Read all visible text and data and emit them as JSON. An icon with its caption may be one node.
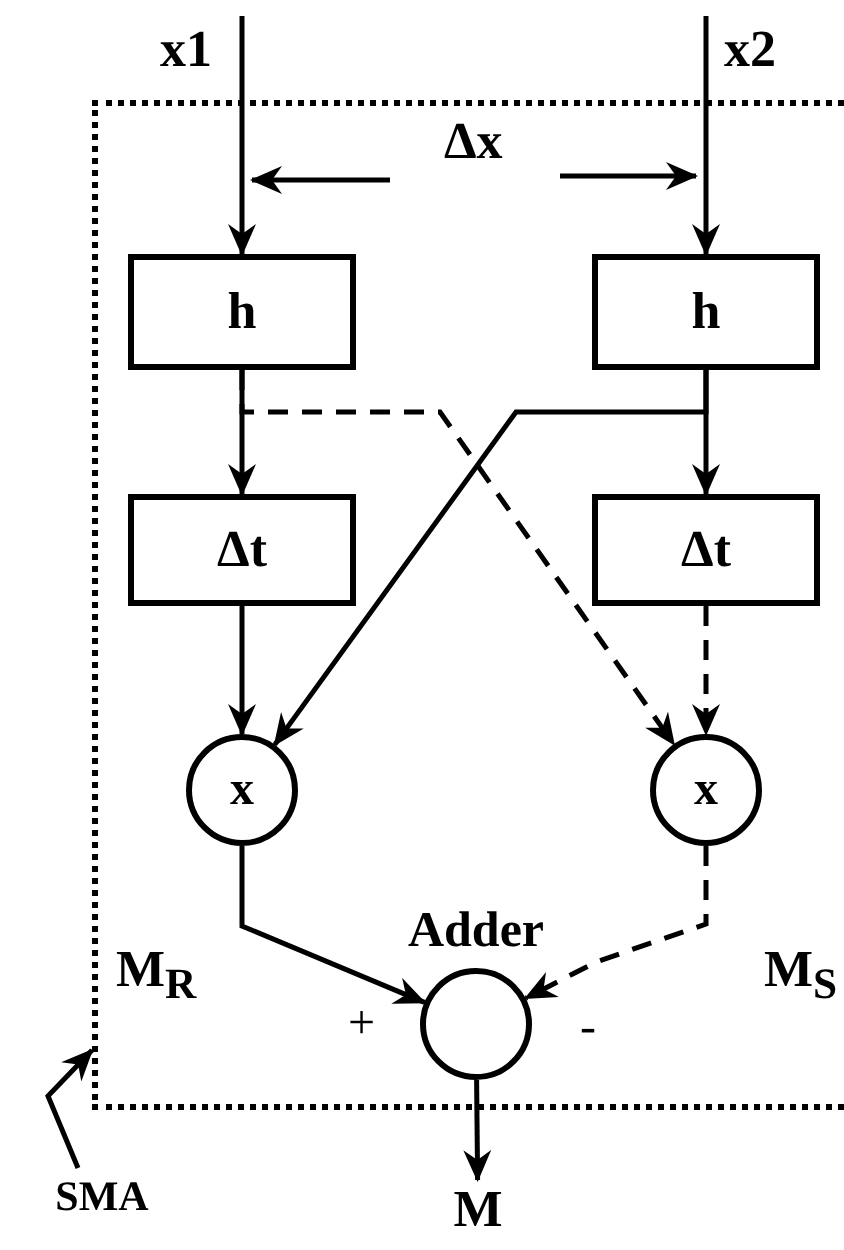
{
  "diagram": {
    "nodes": [
      {
        "text": [],
        "shape": "box"
      },
      {
        "text": [
          "h"
        ],
        "in": 0
      },
      {
        "text": [
          "h"
        ],
        "in": 0
      },
      {
        "text": [
          "Δt"
        ],
        "in": 0
      },
      {
        "text": [
          "Δt"
        ],
        "in": 0
      },
      {
        "text": [
          "x"
        ],
        "in": 0
      },
      {
        "text": [
          "x"
        ],
        "in": 0
      },
      {
        "text": [
          "Adder"
        ],
        "in": 0
      },
      {
        "text": [
          "M"
        ]
      },
      {
        "text": [
          "SMA"
        ]
      }
    ],
    "edges": [
      {
        "from": null,
        "to": 1,
        "arrow": "to"
      },
      {
        "from": null,
        "to": 2,
        "arrow": "to"
      },
      {
        "from": 1,
        "to": 3,
        "arrow": "to"
      },
      {
        "from": 1,
        "to": 6,
        "arrow": "to",
        "style": "dashed"
      },
      {
        "from": 2,
        "to": 4,
        "arrow": "to"
      },
      {
        "from": 2,
        "to": 5,
        "arrow": "to"
      },
      {
        "from": 3,
        "to": 5,
        "arrow": "to"
      },
      {
        "from": 4,
        "to": 6,
        "arrow": "to",
        "style": "dashed"
      },
      {
        "from": 5,
        "to": 7,
        "arrow": "to"
      },
      {
        "from": 6,
        "to": 7,
        "arrow": "to",
        "style": "dashed"
      },
      {
        "from": 7,
        "to": 8,
        "arrow": "to"
      },
      {
        "from": 9,
        "to": 0,
        "arrow": "to"
      }
    ],
    "labels": [
      "x1",
      "x2",
      "Δx",
      "M$_{R}$",
      "M$_{S}$",
      "+",
      "-"
    ]
  }
}
